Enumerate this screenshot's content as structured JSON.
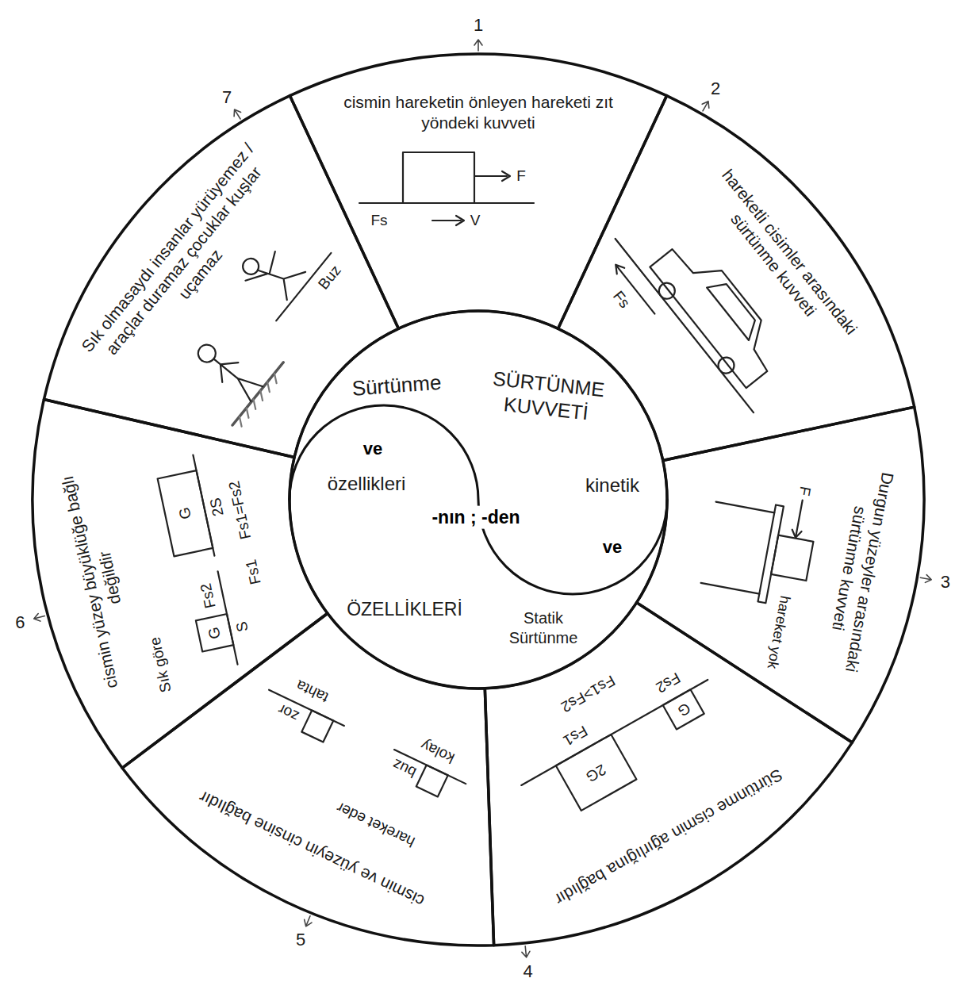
{
  "diagram": {
    "nodes": [
      {
        "text": [
          "Sürtünme",
          "ve",
          "özellikleri",
          "-nın ; -den",
          "kinetik",
          "ve",
          "Statik Sürtünme",
          "SÜRTÜNME KUVVETİ",
          "ÖZELLİKLERİ"
        ]
      },
      {
        "text": [
          "cismin hareketin önleyen hareketi zıt yöndeki kuvveti"
        ]
      },
      {
        "text": [
          "hareketli cisimler arasındaki sürtünme kuvveti"
        ]
      },
      {
        "text": [
          "Durgun yüzeyler arasındaki sürtünme kuvveti"
        ]
      },
      {
        "text": [
          "Sürtünme cismin ağırlığına bağlıdır"
        ]
      },
      {
        "text": [
          "cismin ve yüzeyin cinsine bağlıdır"
        ]
      },
      {
        "text": [
          "cismin yüzey büyüklüğe bağlı değildir"
        ]
      },
      {
        "text": [
          "Sık olmasaydı insanlar yürüyemez / araçlar duramaz çocuklar kuşlar uçamaz"
        ]
      }
    ],
    "labels": [
      "F",
      "Fs",
      "V",
      "Fs",
      "F",
      "hareket yok",
      "G",
      "2G",
      "Fs2",
      "Fs1",
      "Fs1>Fs2",
      "hareket eder",
      "kolay",
      "buz",
      "zor",
      "tahta",
      "Sık göre",
      "G",
      "S",
      "Fs2",
      "G",
      "2S",
      "Fs1",
      "Fs1=Fs2",
      "Buz",
      "1",
      "2",
      "3",
      "4",
      "5",
      "6",
      "7"
    ]
  }
}
